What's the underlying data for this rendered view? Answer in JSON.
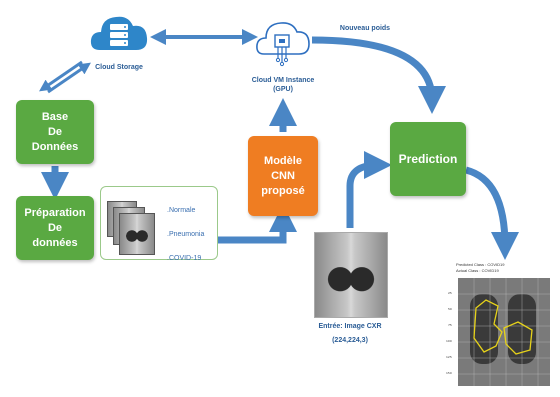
{
  "nodes": {
    "cloud_storage": "Cloud Storage",
    "cloud_vm": "Cloud VM Instance (GPU)",
    "new_weights": "Nouveau poids",
    "database": [
      "Base",
      "De",
      "Données"
    ],
    "preparation": [
      "Préparation",
      "De",
      "données"
    ],
    "model": [
      "Modèle",
      "CNN",
      "proposé"
    ],
    "prediction": "Prediction",
    "input_label": "Entrée: Image CXR",
    "input_shape": "(224,224,3)"
  },
  "dataset": {
    "classes": [
      ".Normale",
      ".Pneumonia",
      ".COVID-19"
    ]
  },
  "result": {
    "predicted": "Predicted Class : COVID19",
    "actual": "Actual Class : COVID19"
  },
  "colors": {
    "green": "#5aa942",
    "orange": "#ef7d22",
    "arrow": "#4a86c5",
    "label_text": "#2b5d96"
  },
  "icons": [
    "cloud-storage-icon",
    "cloud-chip-icon"
  ]
}
